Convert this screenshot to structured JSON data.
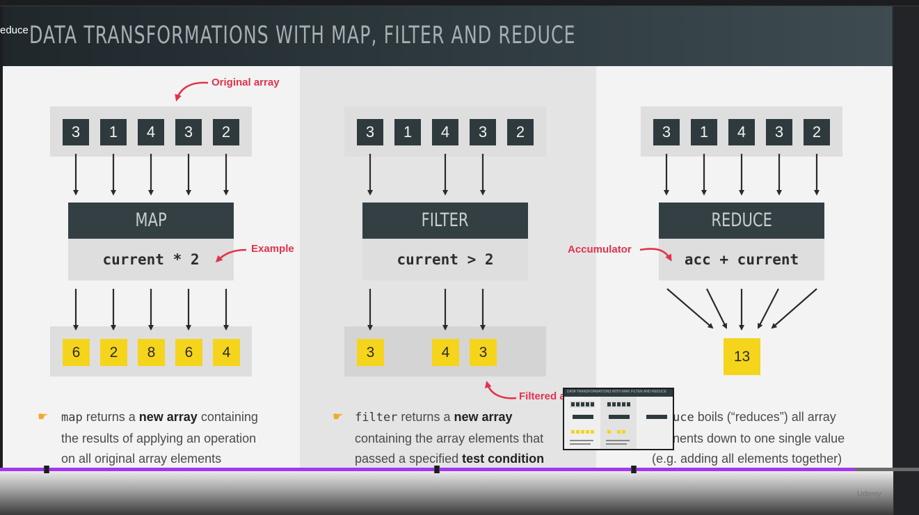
{
  "video": {
    "lecture_label": "educe",
    "watermark": "Udemy"
  },
  "slide": {
    "title": "DATA TRANSFORMATIONS WITH MAP, FILTER AND REDUCE",
    "original_array": [
      "3",
      "1",
      "4",
      "3",
      "2"
    ],
    "map": {
      "label": "MAP",
      "expression": "current * 2",
      "results": [
        "6",
        "2",
        "8",
        "6",
        "4"
      ],
      "annotation_original": "Original array",
      "annotation_example": "Example",
      "desc_code": "map",
      "desc_1": " returns a ",
      "desc_bold": "new array",
      "desc_2": " containing",
      "desc_line2": "the results of applying an operation",
      "desc_line3": "on all original array elements"
    },
    "filter": {
      "label": "FILTER",
      "expression": "current > 2",
      "results": [
        "3",
        "4",
        "3"
      ],
      "annotation_filtered": "Filtered a",
      "desc_code": "filter",
      "desc_1": " returns a ",
      "desc_bold": "new array",
      "desc_line2": "containing the array elements that",
      "desc_line3_a": "passed a specified ",
      "desc_line3_bold": "test condition"
    },
    "reduce": {
      "label": "REDUCE",
      "expression": "acc + current",
      "result": "13",
      "annotation_accumulator": "Accumulator",
      "desc_code": "uce",
      "desc_1": " boils (“reduces”) all array",
      "desc_line2": "nents down to one single value",
      "desc_line3": "(e.g. adding all elements together)"
    }
  },
  "player": {
    "progress": 0.93,
    "chapter_markers": [
      0.05,
      0.475,
      0.689
    ]
  },
  "thumbnail": {
    "title": "DATA TRANSFORMATIONS WITH MAP, FILTER AND REDUCE"
  },
  "colors": {
    "accent": "#a435f0",
    "annotation": "#e0334c",
    "highlight": "#f5d41c"
  }
}
